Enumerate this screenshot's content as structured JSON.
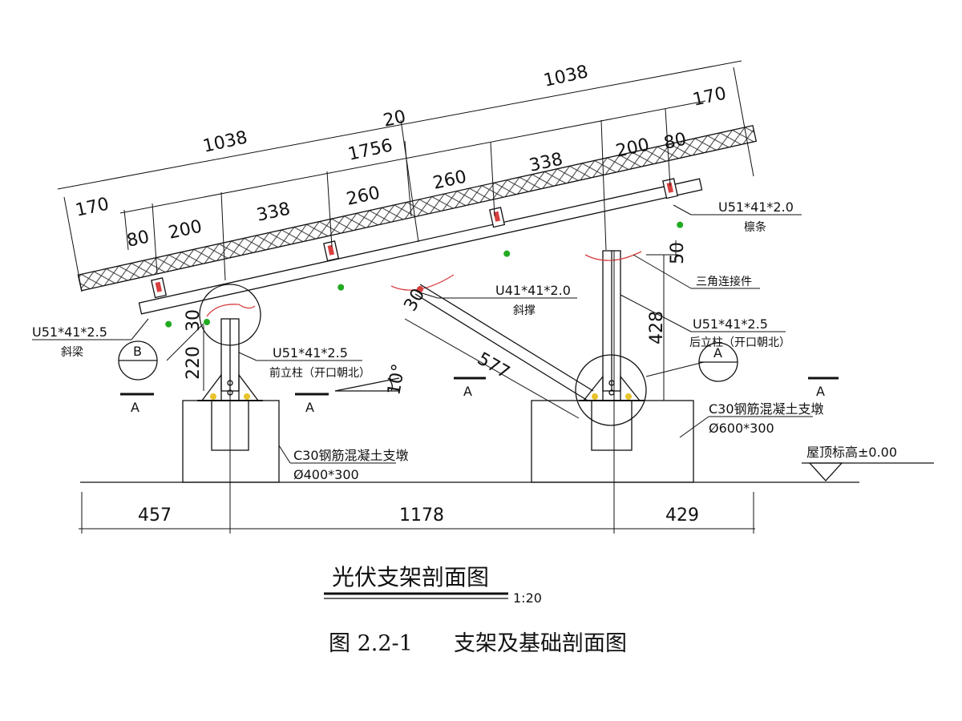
{
  "colors": {
    "ink": "#111111",
    "accent_red": "#d84040",
    "accent_green": "#22aa22",
    "accent_yellow": "#e8c22a",
    "background": "#ffffff"
  },
  "dimensions": {
    "top": {
      "left_1038": "1038",
      "right_1038": "1038",
      "end_170_left": "170",
      "end_170_right": "170",
      "gap_20": "20"
    },
    "mid": {
      "d1756": "1756",
      "d80_left": "80",
      "d200_left": "200",
      "d338_left": "338",
      "d260_left": "260",
      "d260_right": "260",
      "d338_right": "338",
      "d200_right": "200",
      "d80_right": "80"
    },
    "rear_post_428": "428",
    "rear_gap_50": "50",
    "front_220": "220",
    "front_30": "30",
    "brace_577": "577",
    "brace_angle_30": "30",
    "angle_10": "10°",
    "bottom": {
      "d457": "457",
      "d1178": "1178",
      "d429": "429"
    }
  },
  "labels": {
    "purlin_spec": "U51*41*2.0",
    "purlin_name": "檩条",
    "rafter_spec": "U51*41*2.5",
    "rafter_name": "斜梁",
    "front_post_spec": "U51*41*2.5",
    "front_post_name": "前立柱（开口朝北）",
    "brace_spec": "U41*41*2.0",
    "brace_name": "斜撑",
    "triangle_conn": "三角连接件",
    "rear_post_spec": "U51*41*2.5",
    "rear_post_name": "后立柱（开口朝北）",
    "front_found_spec": "C30钢筋混凝土支墩",
    "front_found_size": "Ø400*300",
    "rear_found_spec": "C30钢筋混凝土支墩",
    "rear_found_size": "Ø600*300",
    "roof_level": "屋顶标高±0.00",
    "detail_b": "B",
    "detail_a": "A",
    "section_a": "A"
  },
  "title": {
    "main": "光伏支架剖面图",
    "scale": "1:20"
  },
  "caption": {
    "number": "图 2.2-1",
    "text": "支架及基础剖面图"
  }
}
